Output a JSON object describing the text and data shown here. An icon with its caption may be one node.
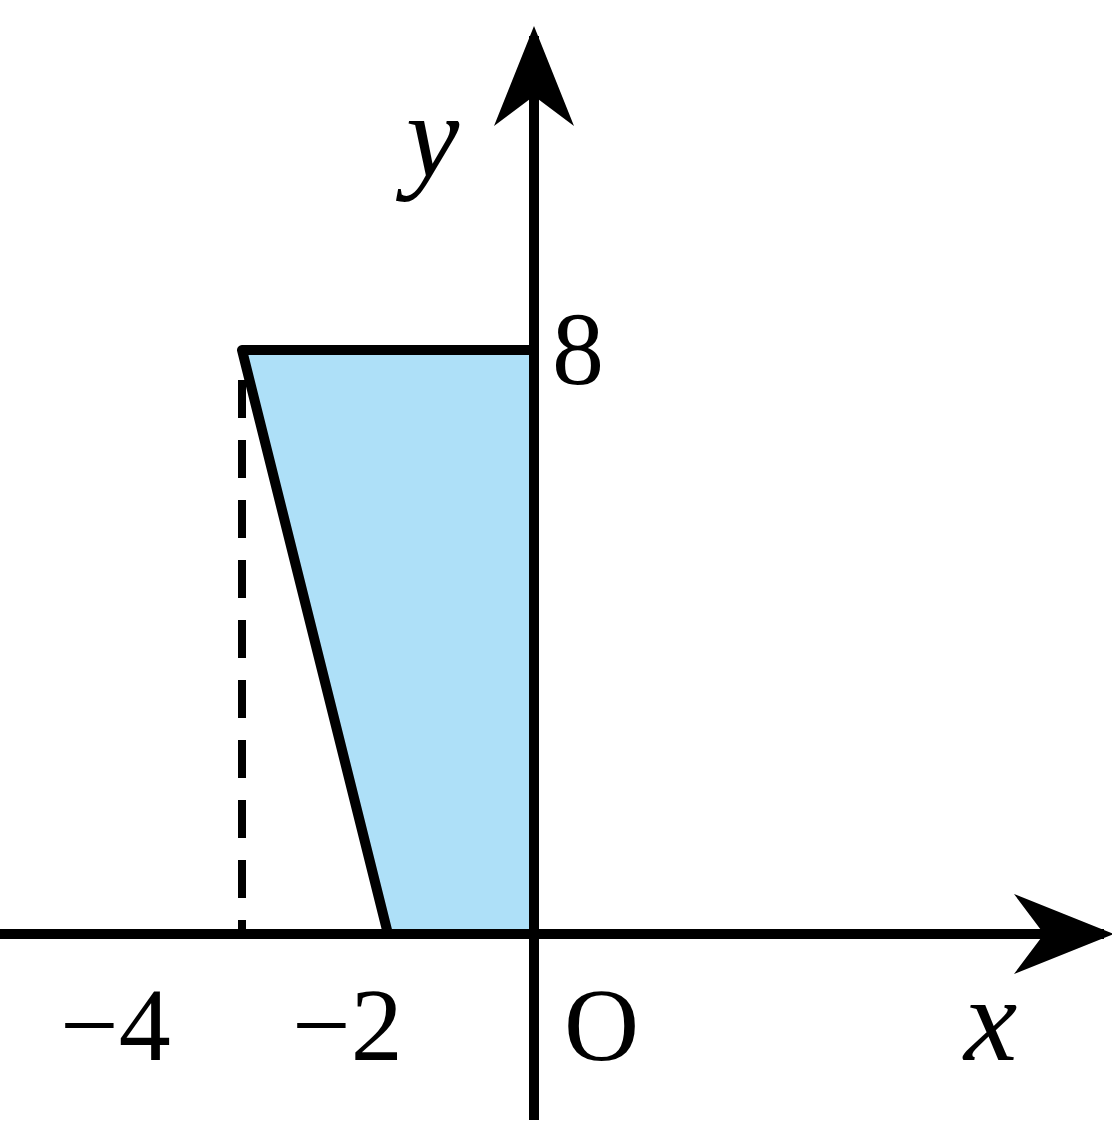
{
  "diagram": {
    "labels": [
      "y",
      "8",
      "−4",
      "−2",
      "O",
      "x"
    ]
  }
}
